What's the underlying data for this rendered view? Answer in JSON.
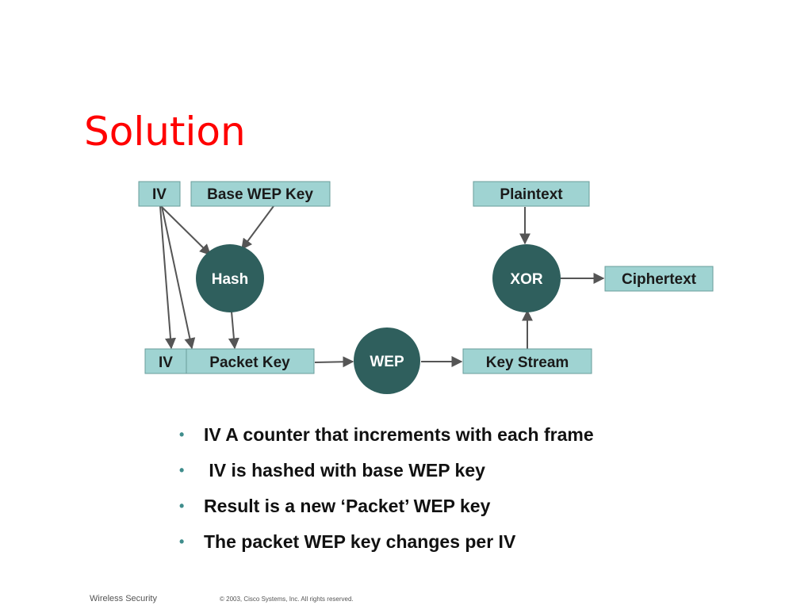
{
  "slide": {
    "title": "Solution",
    "bullets": [
      "IV A counter that increments with each frame",
      " IV is hashed with base WEP key",
      "Result is a new ‘Packet’ WEP key",
      "The packet WEP key changes per IV"
    ],
    "footer_left": "Wireless Security",
    "footer_right": "© 2003, Cisco Systems, Inc. All rights reserved."
  },
  "diagram": {
    "boxes": {
      "iv_top": "IV",
      "base_wep_key": "Base WEP Key",
      "plaintext": "Plaintext",
      "ciphertext": "Ciphertext",
      "iv_bottom": "IV",
      "packet_key": "Packet Key",
      "key_stream": "Key Stream"
    },
    "nodes": {
      "hash": "Hash",
      "xor": "XOR",
      "wep": "WEP"
    },
    "colors": {
      "box_fill": "#9fd3d2",
      "node_fill": "#2f5f5d",
      "title": "#ff0000",
      "bullet": "#3f8d8c"
    }
  }
}
